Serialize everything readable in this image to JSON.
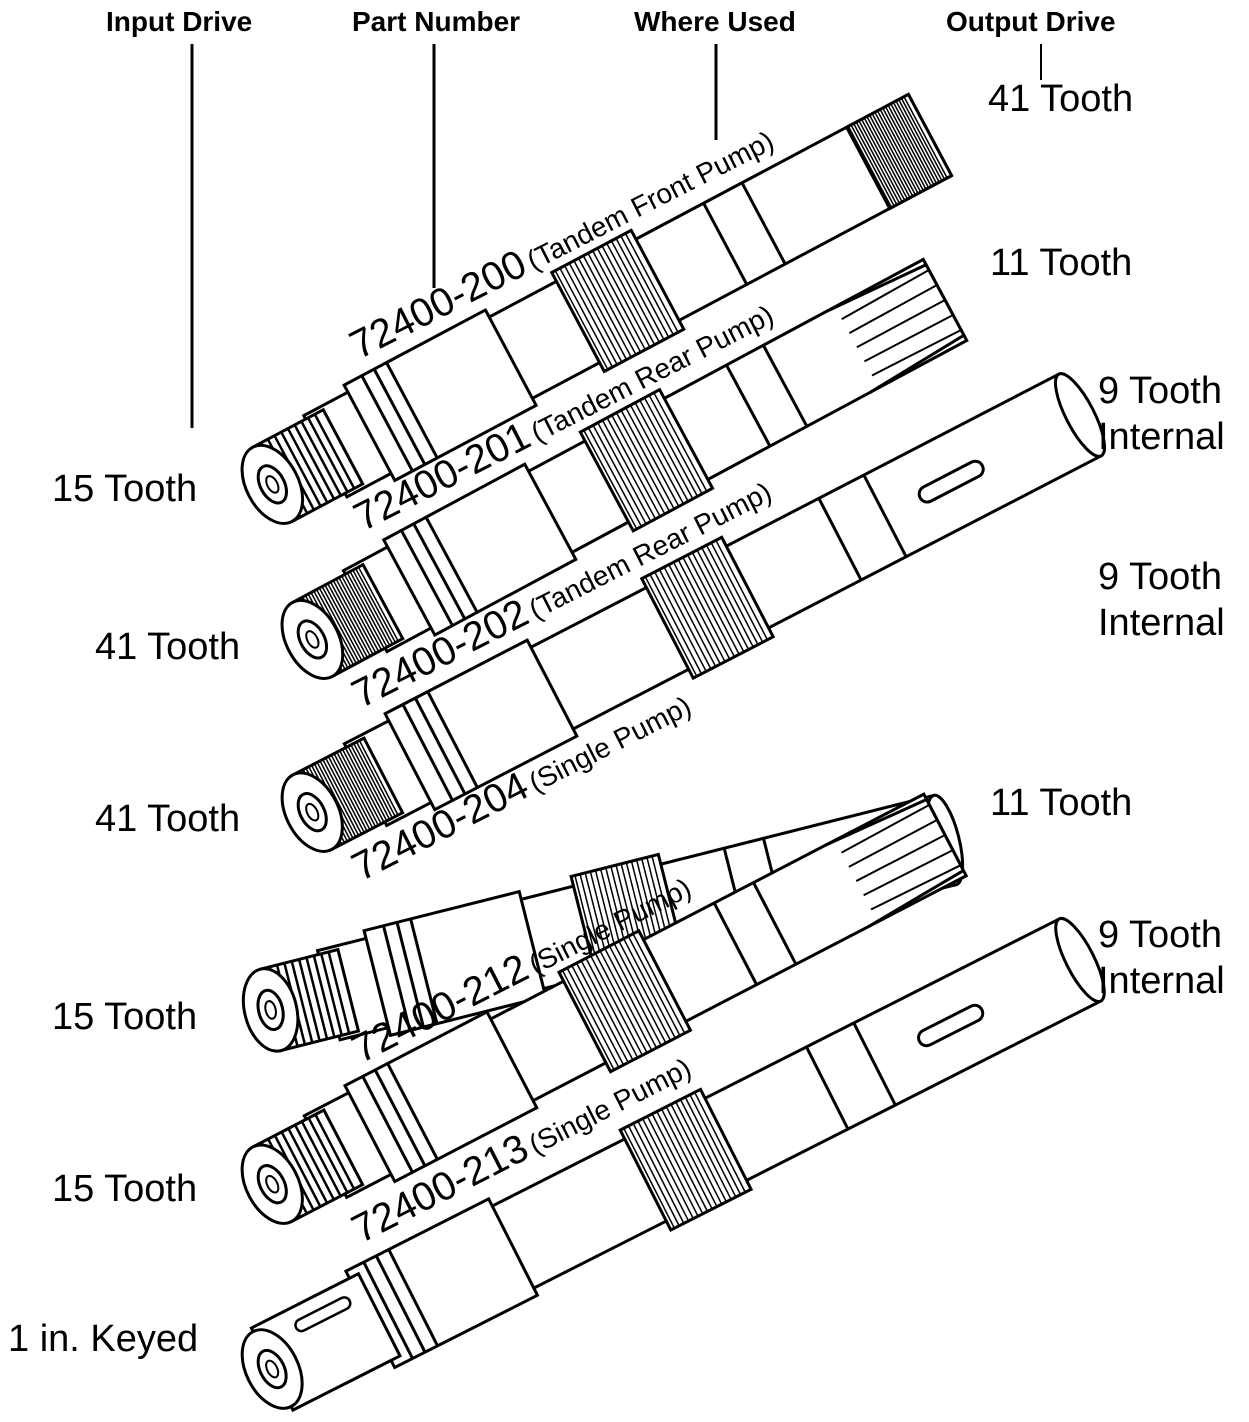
{
  "headers": {
    "input_drive": "Input Drive",
    "part_number": "Part Number",
    "where_used": "Where Used",
    "output_drive": "Output Drive"
  },
  "shafts": [
    {
      "part_number": "72400-200",
      "where_used": "(Tandem Front Pump)",
      "input_drive": "15 Tooth",
      "output_drive": "41 Tooth",
      "input_type": "spline-coarse",
      "output_type": "spline-fine"
    },
    {
      "part_number": "72400-201",
      "where_used": "(Tandem Rear Pump)",
      "input_drive": "41 Tooth",
      "output_drive": "11 Tooth",
      "input_type": "spline-fine",
      "output_type": "spline-tapered"
    },
    {
      "part_number": "72400-202",
      "where_used": "(Tandem Rear Pump)",
      "input_drive": "41 Tooth",
      "output_drive_lines": [
        "9 Tooth",
        "Internal"
      ],
      "input_type": "spline-fine",
      "output_type": "internal-keyed"
    },
    {
      "part_number": "72400-204",
      "where_used": "(Single Pump)",
      "input_drive": "15 Tooth",
      "output_drive_lines": [
        "9 Tooth",
        "Internal"
      ],
      "input_type": "spline-coarse",
      "output_type": "internal-keyed"
    },
    {
      "part_number": "72400-212",
      "where_used": "(Single Pump)",
      "input_drive": "15 Tooth",
      "output_drive": "11 Tooth",
      "input_type": "spline-coarse",
      "output_type": "spline-tapered"
    },
    {
      "part_number": "72400-213",
      "where_used": "(Single Pump)",
      "input_drive": "1 in. Keyed",
      "output_drive_lines": [
        "9 Tooth",
        "Internal"
      ],
      "input_type": "keyed",
      "output_type": "internal-keyed"
    }
  ]
}
